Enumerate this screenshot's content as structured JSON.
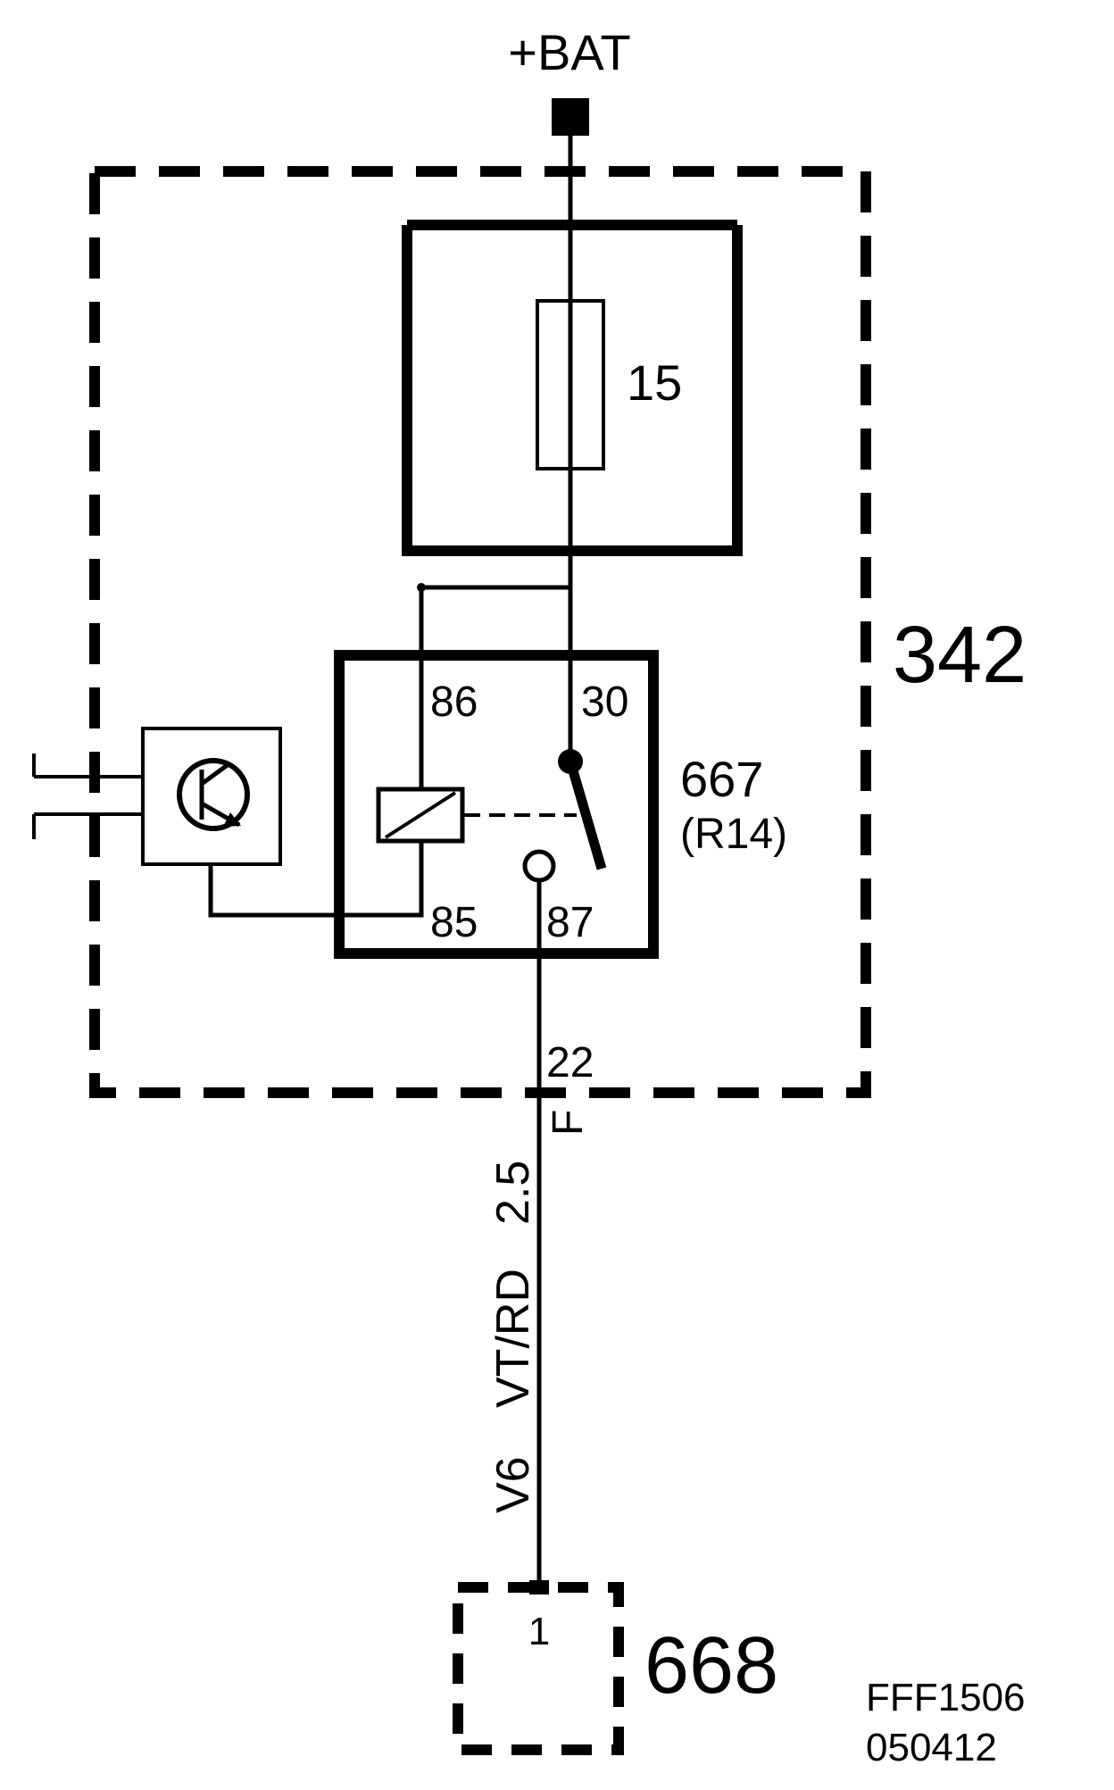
{
  "power_label": "+BAT",
  "fuse": {
    "number": "15"
  },
  "module": {
    "number": "342"
  },
  "relay": {
    "number": "667",
    "code": "(R14)",
    "pins": {
      "p86": "86",
      "p30": "30",
      "p85": "85",
      "p87": "87"
    }
  },
  "connector": {
    "pin": "22",
    "letter": "F"
  },
  "wire": {
    "id": "V6",
    "color": "VT/RD",
    "size": "2.5"
  },
  "load": {
    "number": "668",
    "pin": "1"
  },
  "drawing": {
    "code": "FFF1506",
    "date": "050412"
  }
}
